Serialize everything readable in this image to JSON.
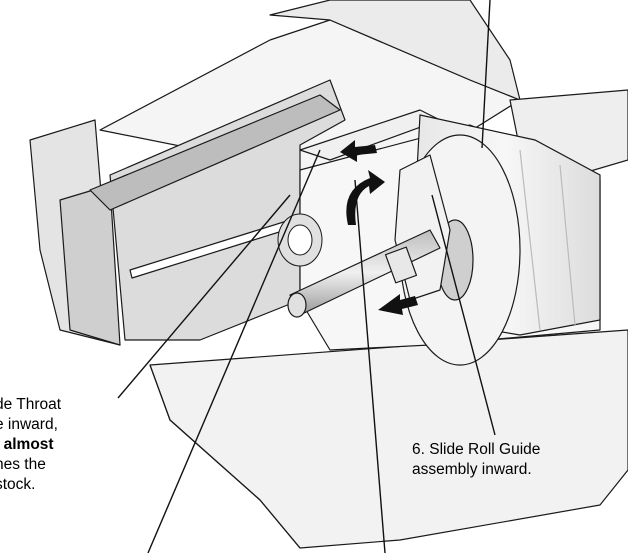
{
  "callouts": {
    "step5": {
      "line1": "de Throat",
      "line2": "e inward,",
      "line3_pre": "t ",
      "line3_bold": "almost",
      "line4": "nes the",
      "line5": "stock."
    },
    "step6": {
      "line1": "6. Slide Roll Guide",
      "line2": "assembly inward."
    }
  },
  "colors": {
    "line": "#1a1a1a",
    "body_light": "#f2f2f2",
    "body_mid": "#d9d9d9",
    "body_dark": "#a6a6a6",
    "roll": "#eeeeee",
    "arrow": "#111111"
  }
}
